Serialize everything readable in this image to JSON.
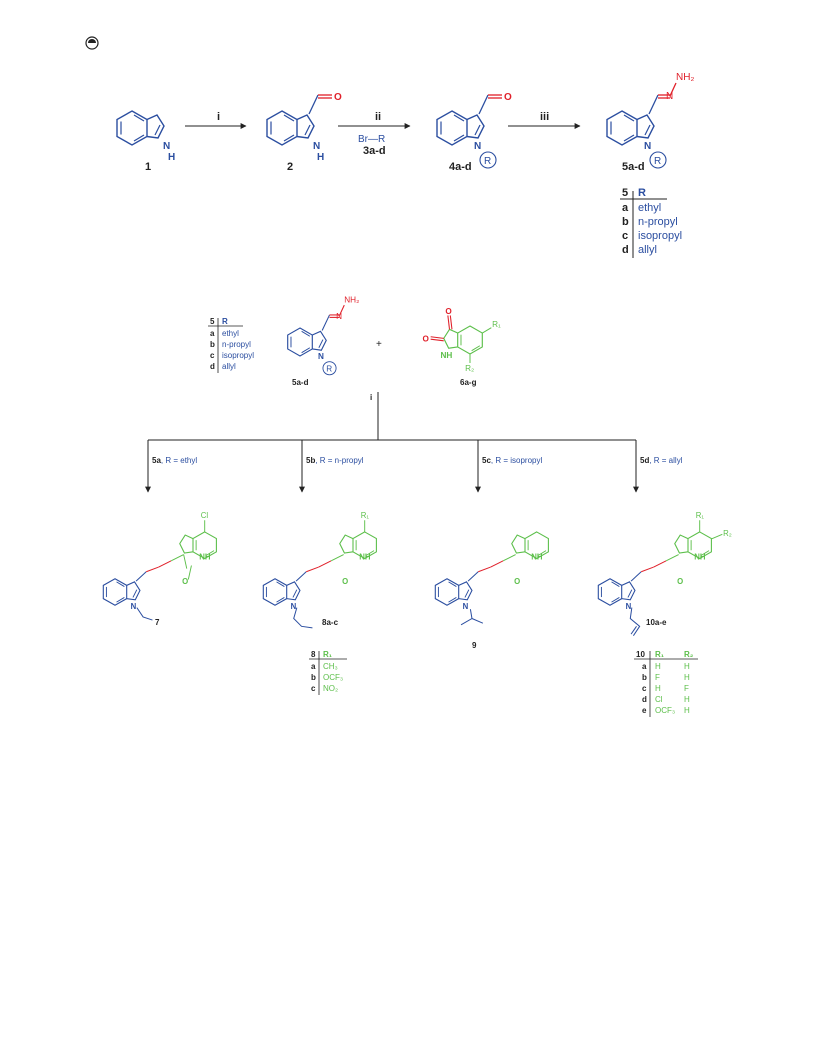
{
  "colors": {
    "blue": "#2b4ea0",
    "red": "#e0202a",
    "green": "#5cbf4a",
    "black": "#222222"
  },
  "icon": "cc-icon",
  "scheme1": {
    "compounds": [
      "1",
      "2",
      "4a-d",
      "5a-d"
    ],
    "reagents": {
      "i": "i",
      "ii": "ii",
      "ii_sub1": "Br—R",
      "ii_sub2": "3a-d",
      "iii": "iii"
    },
    "atoms": {
      "H": "H",
      "N": "N",
      "O": "O",
      "NH2": "NH₂",
      "R": "R"
    },
    "table": {
      "header": [
        "5",
        "R"
      ],
      "rows": [
        [
          "a",
          "ethyl"
        ],
        [
          "b",
          "n-propyl"
        ],
        [
          "c",
          "isopropyl"
        ],
        [
          "d",
          "allyl"
        ]
      ]
    }
  },
  "scheme2": {
    "reactant1": "5a-d",
    "reactant2": "6a-g",
    "plus": "+",
    "reagent": "i",
    "atoms": {
      "R1": "R₁",
      "R2": "R₂",
      "NH": "NH",
      "Cl": "Cl"
    },
    "table5": {
      "header": [
        "5",
        "R"
      ],
      "rows": [
        [
          "a",
          "ethyl"
        ],
        [
          "b",
          "n-propyl"
        ],
        [
          "c",
          "isopropyl"
        ],
        [
          "d",
          "allyl"
        ]
      ]
    },
    "branches": [
      {
        "bold": "5a",
        "text": ", R = ethyl",
        "product": "7"
      },
      {
        "bold": "5b",
        "text": ", R = n-propyl",
        "product": "8a-c"
      },
      {
        "bold": "5c",
        "text": ", R = isopropyl",
        "product": "9"
      },
      {
        "bold": "5d",
        "text": ", R = allyl",
        "product": "10a-e"
      }
    ],
    "table8": {
      "header": [
        "8",
        "R₁"
      ],
      "rows": [
        [
          "a",
          "CH₃"
        ],
        [
          "b",
          "OCF₃"
        ],
        [
          "c",
          "NO₂"
        ]
      ]
    },
    "table10": {
      "header": [
        "10",
        "R₁",
        "R₂"
      ],
      "rows": [
        [
          "a",
          "H",
          "H"
        ],
        [
          "b",
          "F",
          "H"
        ],
        [
          "c",
          "H",
          "F"
        ],
        [
          "d",
          "Cl",
          "H"
        ],
        [
          "e",
          "OCF₃",
          "H"
        ]
      ]
    }
  }
}
